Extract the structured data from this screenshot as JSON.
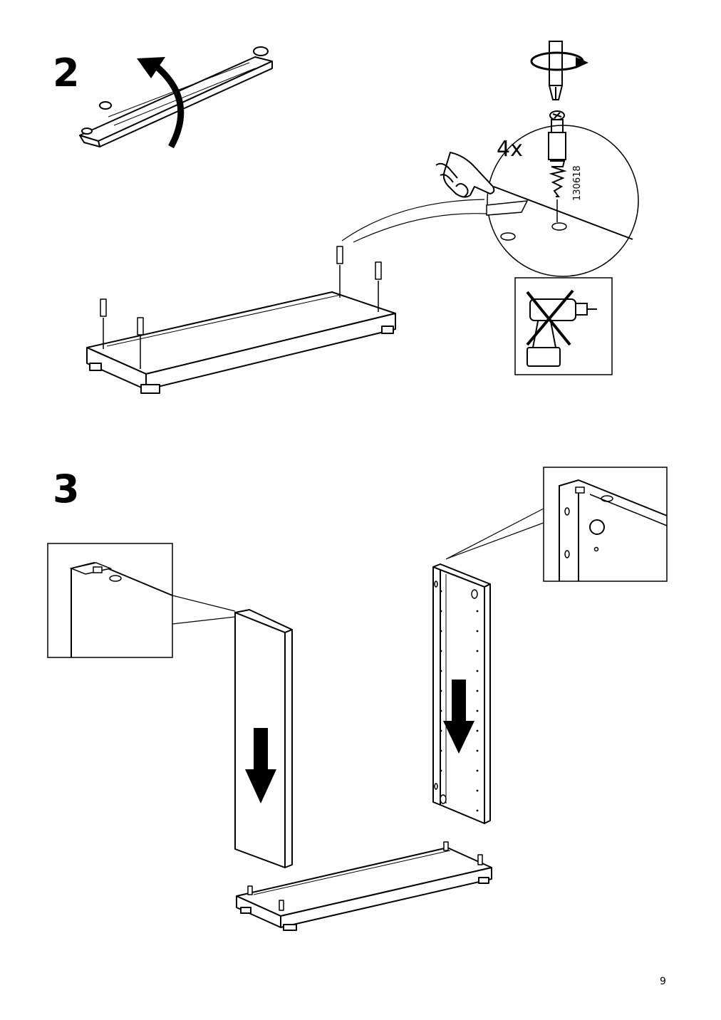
{
  "steps": [
    {
      "number": "2"
    },
    {
      "number": "3"
    }
  ],
  "step2": {
    "quantity_label": "4x",
    "part_number": "130618"
  },
  "page": {
    "number": "9"
  },
  "icons": {
    "rotate": "curved-rotation-arrow-icon",
    "screwdriver": "screwdriver-turn-icon",
    "hand": "pointing-hand-icon",
    "no_drill": "no-power-drill-icon",
    "down_arrow": "down-arrow-icon"
  },
  "colors": {
    "line": "#000000",
    "background": "#ffffff"
  }
}
